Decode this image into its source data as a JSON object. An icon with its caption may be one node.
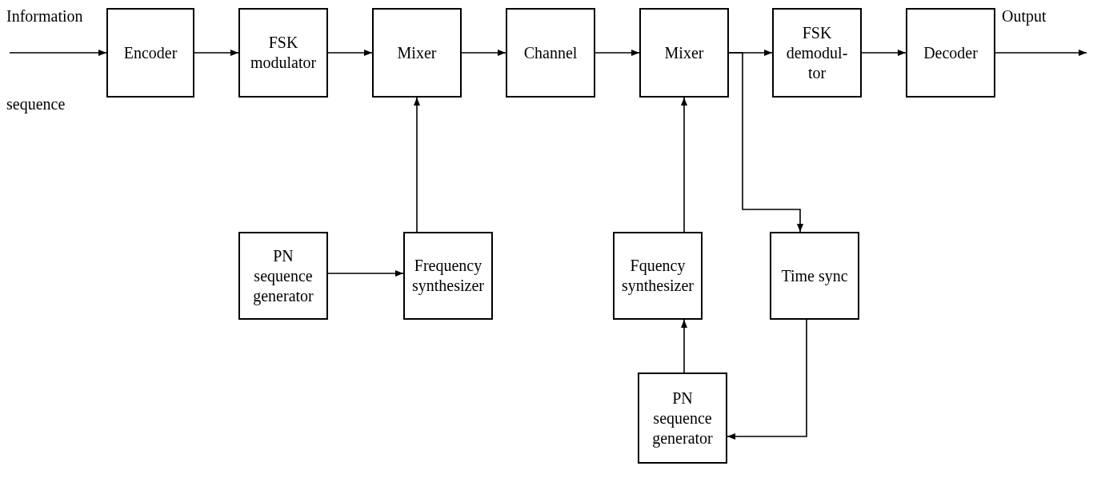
{
  "diagram": {
    "nodes": [
      {
        "text": [
          "Encoder"
        ]
      },
      {
        "text": [
          "FSK modulator"
        ]
      },
      {
        "text": [
          "Mixer"
        ]
      },
      {
        "text": [
          "Channel"
        ]
      },
      {
        "text": [
          "Mixer"
        ]
      },
      {
        "text": [
          "FSK demodul-tor"
        ]
      },
      {
        "text": [
          "Decoder"
        ]
      },
      {
        "text": [
          "PN sequence generator"
        ]
      },
      {
        "text": [
          "Frequency synthesizer"
        ]
      },
      {
        "text": [
          "Fquency synthesizer"
        ]
      },
      {
        "text": [
          "Time sync"
        ]
      },
      {
        "text": [
          "PN sequence generator"
        ]
      }
    ],
    "edges": [
      {
        "from": null,
        "to": 0,
        "arrow": "to"
      },
      {
        "from": 0,
        "to": 1,
        "arrow": "to"
      },
      {
        "from": 1,
        "to": 2,
        "arrow": "to"
      },
      {
        "from": 2,
        "to": 3,
        "arrow": "to"
      },
      {
        "from": 3,
        "to": 4,
        "arrow": "to"
      },
      {
        "from": 4,
        "to": 5,
        "arrow": "to"
      },
      {
        "from": 5,
        "to": 6,
        "arrow": "to"
      },
      {
        "from": 6,
        "to": null,
        "arrow": "to"
      },
      {
        "from": 7,
        "to": 8,
        "arrow": "to"
      },
      {
        "from": 8,
        "to": 2,
        "arrow": "to"
      },
      {
        "from": 9,
        "to": 4,
        "arrow": "to"
      },
      {
        "from": 11,
        "to": 9,
        "arrow": "to"
      },
      {
        "from": 4,
        "to": 10,
        "arrow": "to"
      },
      {
        "from": 10,
        "to": 11,
        "arrow": "to"
      }
    ],
    "labels": [
      "Information",
      "sequence",
      "Output"
    ]
  }
}
